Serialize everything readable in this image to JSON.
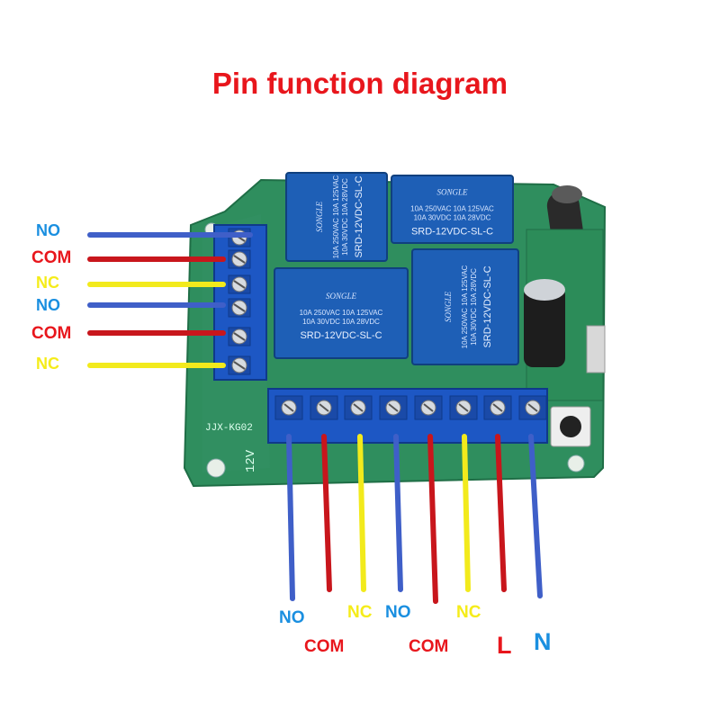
{
  "title": "Pin function diagram",
  "colors": {
    "title": "#e8161c",
    "blue_wire": "#3f5fc8",
    "red_wire": "#c8161c",
    "yellow_wire": "#f2ea1c",
    "label_blue": "#1a8fe0",
    "label_red": "#e8161c",
    "label_yellow": "#f5ec1a",
    "board": "#2f8e5e",
    "relay": "#1e5fb6",
    "terminal": "#1d57c4"
  },
  "relays": {
    "brand": "SONGLE",
    "model": "SRD-12VDC-SL-C",
    "rating_1": "10A 250VAC 10A 125VAC",
    "rating_2": "10A 30VDC 10A 28VDC"
  },
  "board": {
    "silk_model": "JJX-KG02",
    "silk_voltage": "12V"
  },
  "left_pins": [
    {
      "label": "NO",
      "wire": "blue"
    },
    {
      "label": "COM",
      "wire": "red"
    },
    {
      "label": "NC",
      "wire": "yellow"
    },
    {
      "label": "NO",
      "wire": "blue"
    },
    {
      "label": "COM",
      "wire": "red"
    },
    {
      "label": "NC",
      "wire": "yellow"
    }
  ],
  "bottom_pins": [
    {
      "label": "NO",
      "wire": "blue"
    },
    {
      "label": "COM",
      "wire": "red"
    },
    {
      "label": "NC",
      "wire": "yellow"
    },
    {
      "label": "NO",
      "wire": "blue"
    },
    {
      "label": "COM",
      "wire": "red"
    },
    {
      "label": "NC",
      "wire": "yellow"
    },
    {
      "label": "L",
      "wire": "red"
    },
    {
      "label": "N",
      "wire": "blue"
    }
  ]
}
